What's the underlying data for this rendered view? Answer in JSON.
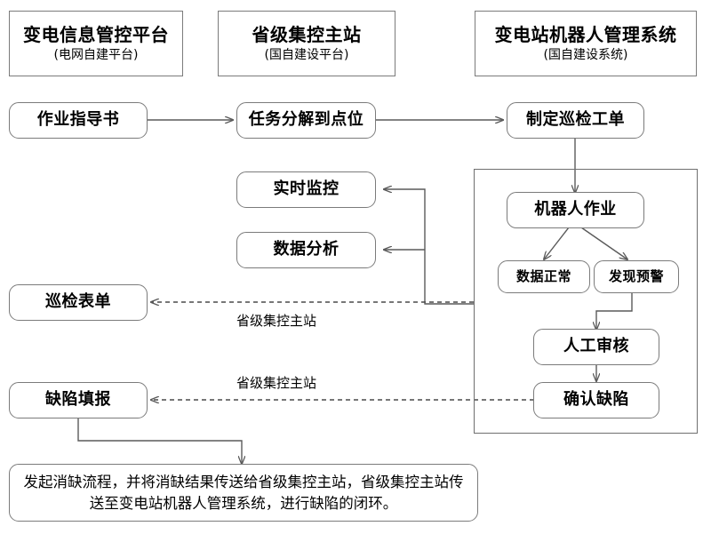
{
  "diagram": {
    "title_headers": [
      {
        "id": "hdr-dianwang",
        "main": "变电信息管控平台",
        "sub": "(电网自建平台)"
      },
      {
        "id": "hdr-shengji",
        "main": "省级集控主站",
        "sub": "(国自建设平台)"
      },
      {
        "id": "hdr-robot",
        "main": "变电站机器人管理系统",
        "sub": "(国自建设系统)"
      }
    ],
    "nodes": [
      {
        "id": "zuoye-zhidaoshu",
        "label": "作业指导书"
      },
      {
        "id": "renwu-fenjie",
        "label": "任务分解到点位"
      },
      {
        "id": "zhiding-gongdan",
        "label": "制定巡检工单"
      },
      {
        "id": "shishi-jiankong",
        "label": "实时监控"
      },
      {
        "id": "shuju-fenxi",
        "label": "数据分析"
      },
      {
        "id": "xunjian-biaodan",
        "label": "巡检表单"
      },
      {
        "id": "quexian-tianbao",
        "label": "缺陷填报"
      },
      {
        "id": "jiqiren-zuoye",
        "label": "机器人作业"
      },
      {
        "id": "shuju-zhengchang",
        "label": "数据正常"
      },
      {
        "id": "faxian-yujing",
        "label": "发现预警"
      },
      {
        "id": "rengong-shenhe",
        "label": "人工审核"
      },
      {
        "id": "queren-quexian",
        "label": "确认缺陷"
      }
    ],
    "edge_labels": [
      {
        "id": "edge-label-xunjian",
        "text": "省级集控主站"
      },
      {
        "id": "edge-label-quexian",
        "text": "省级集控主站"
      }
    ],
    "note": {
      "id": "bottom-note",
      "text": "发起消缺流程，并将消缺结果传送给省级集控主站，省级集控主站传送至变电站机器人管理系统，进行缺陷的闭环。"
    },
    "colors": {
      "stroke": "#7b7b7b",
      "arrow": "#5a5a5a",
      "text": "#000000",
      "background": "#ffffff"
    }
  }
}
